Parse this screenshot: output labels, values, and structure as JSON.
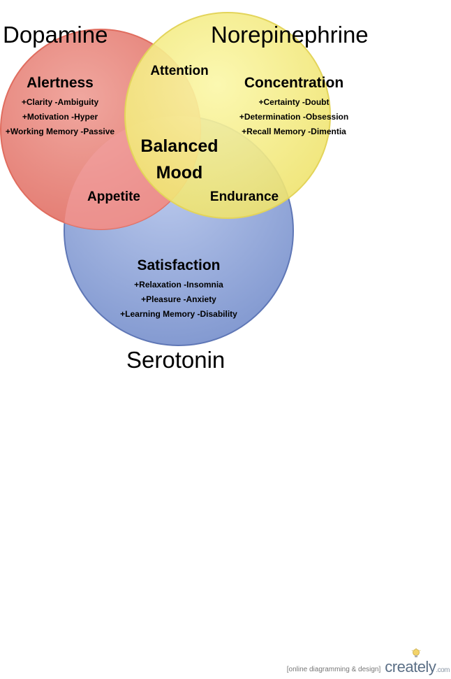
{
  "diagram": {
    "circles": [
      {
        "id": "dopamine",
        "title": "Dopamine",
        "heading": "Alertness",
        "items": [
          "+Clarity -Ambiguity",
          "+Motivation -Hyper",
          "+Working Memory -Passive"
        ],
        "fill": "#e7877f",
        "stroke": "#e06d5f"
      },
      {
        "id": "norepinephrine",
        "title": "Norepinephrine",
        "heading": "Concentration",
        "items": [
          "+Certainty -Doubt",
          "+Determination -Obsession",
          "+Recall Memory -Dimentia"
        ],
        "fill": "#f3ec7a",
        "stroke": "#e3d45a"
      },
      {
        "id": "serotonin",
        "title": "Serotonin",
        "heading": "Satisfaction",
        "items": [
          "+Relaxation -Insomnia",
          "+Pleasure -Anxiety",
          "+Learning Memory -Disability"
        ],
        "fill": "#9eb0db",
        "stroke": "#5f77b6"
      }
    ],
    "overlaps": {
      "dopamine_norepinephrine": "Attention",
      "dopamine_serotonin": "Appetite",
      "norepinephrine_serotonin": "Endurance",
      "center_line1": "Balanced",
      "center_line2": "Mood"
    }
  },
  "footer": {
    "tagline": "[online diagramming & design]",
    "brand": "creately",
    "brand_suffix": ".com"
  }
}
